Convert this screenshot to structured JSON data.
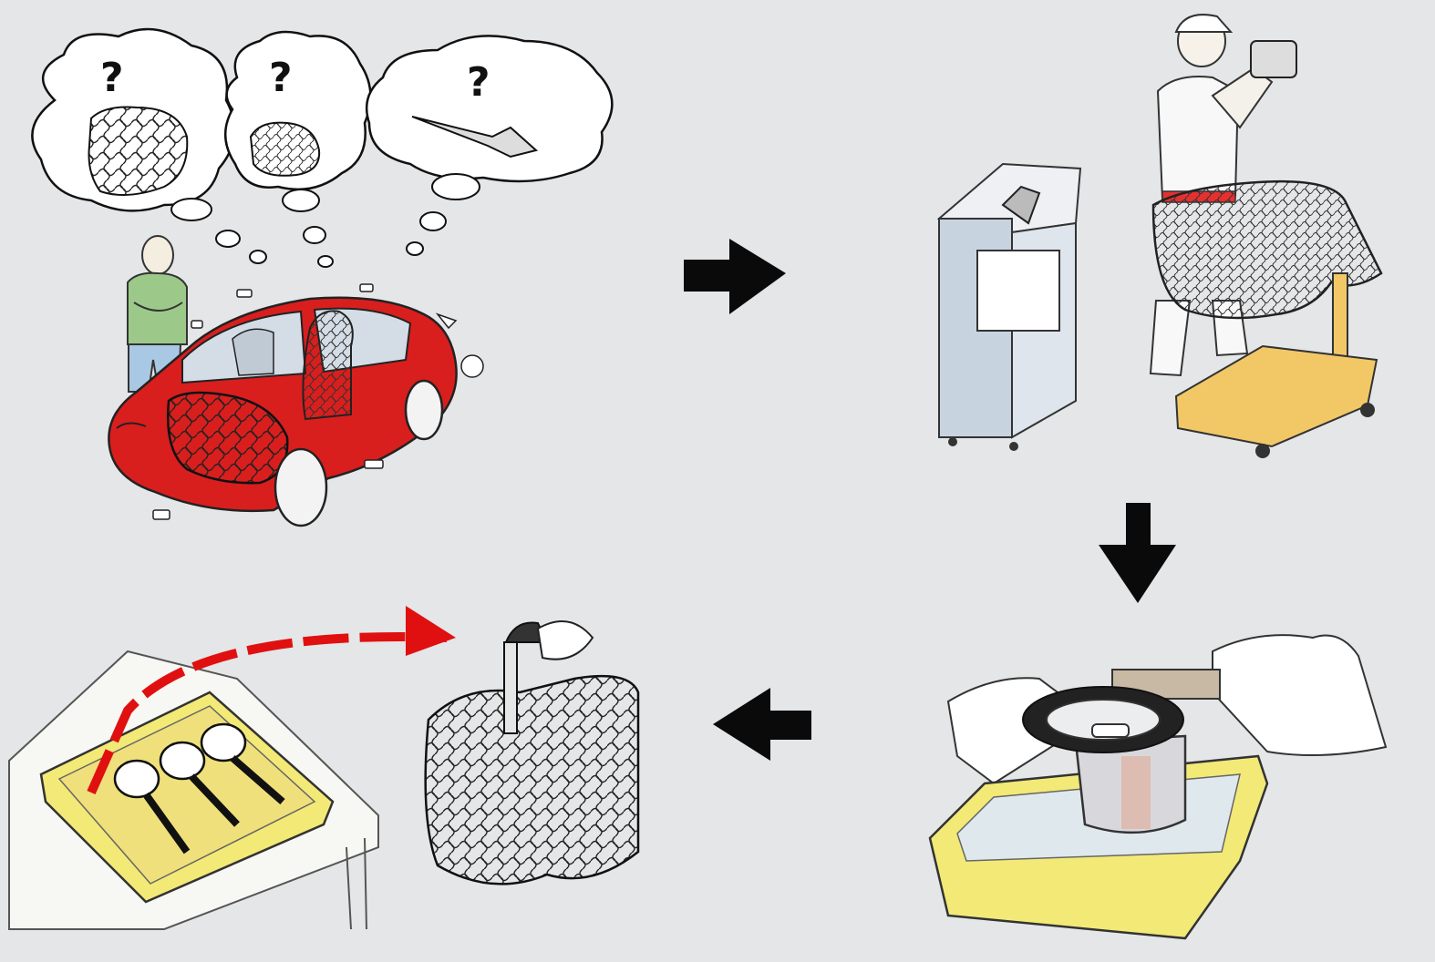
{
  "diagram": {
    "background": "#e4e6e8",
    "colors": {
      "car_red": "#d91e1e",
      "tray_yellow": "#f3e977",
      "dolly_yellow": "#f2c867",
      "arrow_black": "#0a0a0a",
      "arrow_red": "#e01010",
      "shirt_green": "#9cc98a",
      "jeans_blue": "#a9c8e4"
    },
    "thought_bubbles": [
      {
        "symbol": "?",
        "content_icon": "engine-block-icon"
      },
      {
        "symbol": "?",
        "content_icon": "piston-part-icon"
      },
      {
        "symbol": "?",
        "content_icon": "connecting-rod-icon"
      }
    ],
    "flow": [
      "diagnose-car",
      "remove-engine-on-stand",
      "clean-piston-in-tray",
      "reinstall-pistons"
    ],
    "arrows": [
      "arrow-right",
      "arrow-down",
      "arrow-left",
      "red-curved-arrow"
    ]
  }
}
